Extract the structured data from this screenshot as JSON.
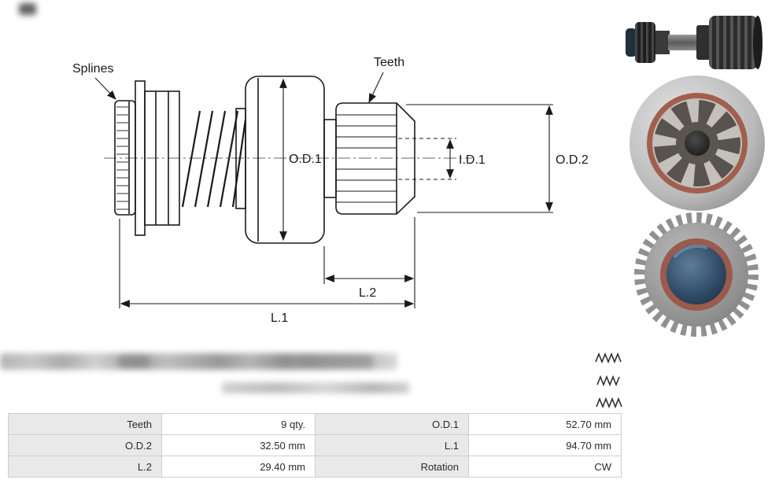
{
  "diagram": {
    "callouts": {
      "splines": "Splines",
      "teeth": "Teeth"
    },
    "dimensions": {
      "od1": "O.D.1",
      "id1": "I.D.1",
      "od2": "O.D.2",
      "l1": "L.1",
      "l2": "L.2"
    }
  },
  "photos": [
    {
      "name": "starter-drive-side-photo"
    },
    {
      "name": "pinion-gear-front-photo"
    },
    {
      "name": "ring-gear-top-photo"
    }
  ],
  "spec_table": {
    "rows": [
      {
        "c1_label": "Teeth",
        "c1_value": "9 qty.",
        "c2_label": "O.D.1",
        "c2_value": "52.70 mm"
      },
      {
        "c1_label": "O.D.2",
        "c1_value": "32.50 mm",
        "c2_label": "L.1",
        "c2_value": "94.70 mm"
      },
      {
        "c1_label": "L.2",
        "c1_value": "29.40 mm",
        "c2_label": "Rotation",
        "c2_value": "CW"
      }
    ]
  },
  "colors": {
    "table_label_bg": "#e9e9e9",
    "table_border": "#cfcfcf",
    "drawing_line": "#1a1a1a"
  }
}
